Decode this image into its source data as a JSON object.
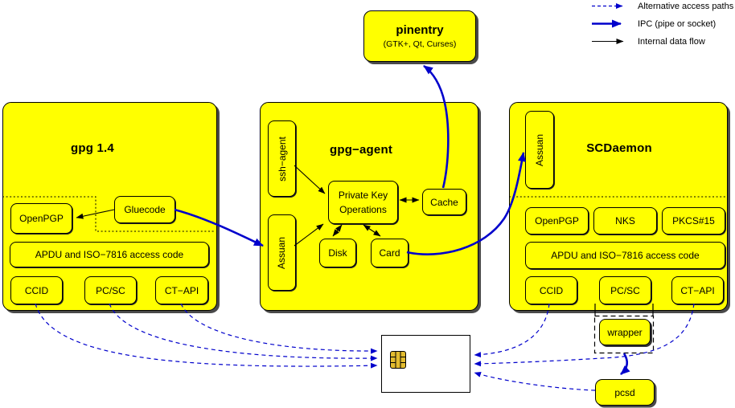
{
  "legend": {
    "items": [
      {
        "label": "Alternative access paths",
        "style": "dashed-blue"
      },
      {
        "label": "IPC (pipe or socket)",
        "style": "solid-blue-thick"
      },
      {
        "label": "Internal data flow",
        "style": "solid-black"
      }
    ]
  },
  "pinentry": {
    "title": "pinentry",
    "subtitle": "(GTK+, Qt, Curses)"
  },
  "gpg14": {
    "title": "gpg 1.4",
    "openpgp": "OpenPGP",
    "gluecode": "Gluecode",
    "apdu": "APDU and ISO−7816 access code",
    "ccid": "CCID",
    "pcsc": "PC/SC",
    "ctapi": "CT−API"
  },
  "agent": {
    "title": "gpg−agent",
    "ssh_agent": "ssh−agent",
    "assuan": "Assuan",
    "private_key_line1": "Private Key",
    "private_key_line2": "Operations",
    "cache": "Cache",
    "disk": "Disk",
    "card": "Card"
  },
  "scdaemon": {
    "title": "SCDaemon",
    "assuan": "Assuan",
    "openpgp": "OpenPGP",
    "nks": "NKS",
    "pkcs15": "PKCS#15",
    "apdu": "APDU and ISO−7816 access code",
    "ccid": "CCID",
    "pcsc": "PC/SC",
    "ctapi": "CT−API",
    "wrapper": "wrapper"
  },
  "pcsd": {
    "label": "pcsd"
  },
  "colors": {
    "node_fill": "#ffff00",
    "line_blue": "#0000cc",
    "line_black": "#000000",
    "shadow": "#4a4a4a",
    "chip_gold": "#e3bc2f",
    "card_bg": "#ffffff"
  }
}
